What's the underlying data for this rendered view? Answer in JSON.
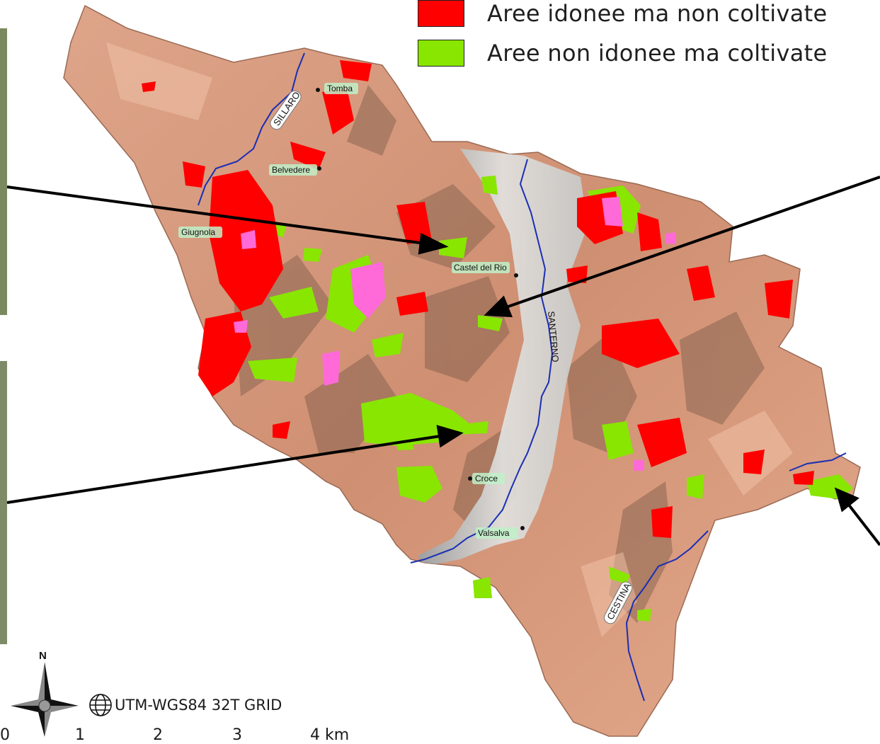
{
  "legend": {
    "items": [
      {
        "label": "Aree idonee ma non coltivate",
        "color": "#ff0000"
      },
      {
        "label": "Aree non idonee ma coltivate",
        "color": "#88e600"
      }
    ]
  },
  "colors": {
    "terrain": "#d99a7e",
    "terrain_dark": "#8f6a55",
    "valley": "#cfcfcf",
    "river": "#1a2fb4",
    "red_area": "#ff0000",
    "green_area": "#88e600",
    "pink_area": "#ff6ad8",
    "town_label_bg": "#bff0c8"
  },
  "towns": [
    "Tomba",
    "Belvedere",
    "Giugnola",
    "Castel del Rio",
    "Croce",
    "Valsalva"
  ],
  "rivers": [
    "SILLARO",
    "SANTERNO",
    "CESTINA"
  ],
  "compass": {
    "north": "N"
  },
  "grid_label": "UTM-WGS84 32T GRID",
  "scale": {
    "ticks": [
      "0",
      "1",
      "2",
      "3",
      "4 km"
    ]
  }
}
